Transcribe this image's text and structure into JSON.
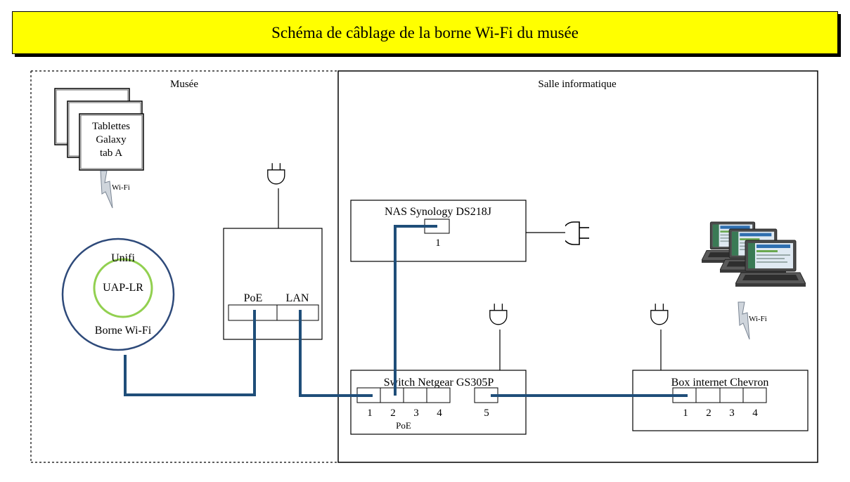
{
  "title": "Schéma de câblage de la borne Wi-Fi du musée",
  "colors": {
    "title_background": "#ffff00",
    "cable": "#1f4e79",
    "borne_outer_ring": "#2e4a7a",
    "borne_inner_ring": "#92d050"
  },
  "zones": {
    "musee": "Musée",
    "salle": "Salle informatique"
  },
  "tablets": {
    "line1": "Tablettes",
    "line2": "Galaxy",
    "line3": "tab A",
    "wifi": "Wi-Fi"
  },
  "borne": {
    "brand": "Unifi",
    "model": "UAP-LR",
    "name": "Borne Wi-Fi"
  },
  "injector": {
    "poe": "PoE",
    "lan": "LAN"
  },
  "nas": {
    "name": "NAS Synology DS218J",
    "port": "1"
  },
  "switch": {
    "name": "Switch Netgear GS305P",
    "ports": [
      "1",
      "2",
      "3",
      "4"
    ],
    "port5": "5",
    "poe": "PoE"
  },
  "box": {
    "name": "Box internet Chevron",
    "ports": [
      "1",
      "2",
      "3",
      "4"
    ]
  },
  "laptops": {
    "wifi": "Wi-Fi"
  }
}
